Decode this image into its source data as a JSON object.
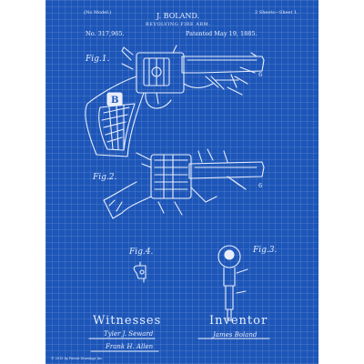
{
  "header": {
    "model_note": "(No Model.)",
    "sheets": "2 Sheets—Sheet 1.",
    "inventor_name": "J. BOLAND.",
    "title": "REVOLVING FIRE ARM.",
    "patent_no": "No. 317,965.",
    "patented_date": "Patented May 19, 1885."
  },
  "figures": {
    "fig1": "Fig.1.",
    "fig2": "Fig.2.",
    "fig3": "Fig.3.",
    "fig4": "Fig.4.",
    "ref_6_top": "6",
    "ref_6_mid": "6"
  },
  "footer": {
    "witnesses_heading": "Witnesses",
    "inventor_heading": "Inventor",
    "witness_1": "Tyler J. Seward",
    "witness_2": "Frank H. Allen",
    "inventor_signature": "James Boland",
    "credit": "© 2015 by Patent Drawings Inc."
  },
  "colors": {
    "blueprint": "#1d56b8",
    "line": "#e8eefc"
  }
}
